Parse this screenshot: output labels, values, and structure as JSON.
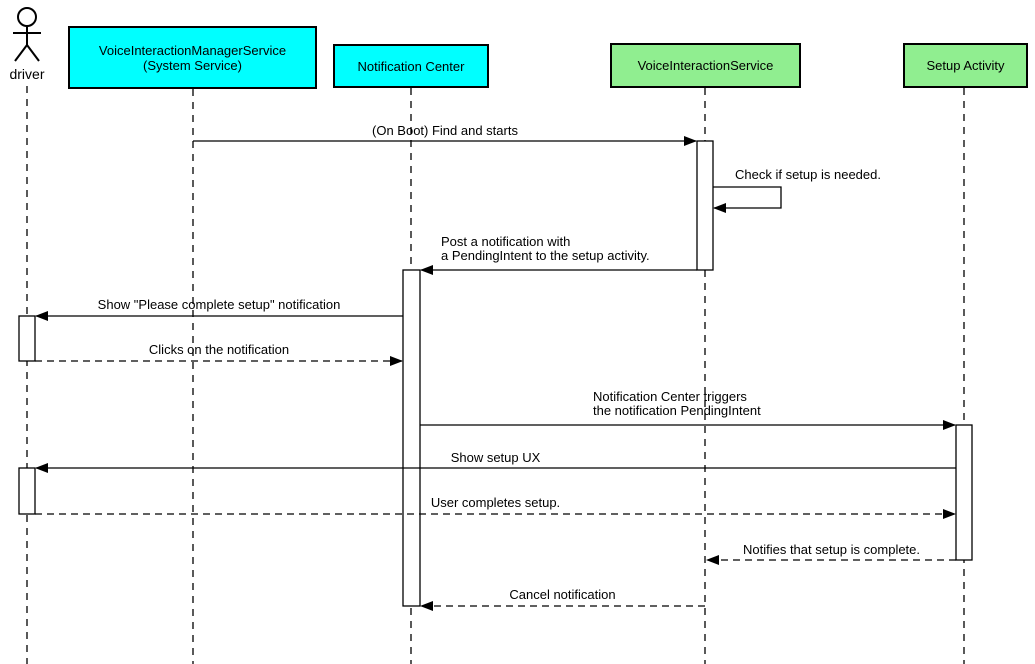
{
  "participants": [
    {
      "id": "driver",
      "kind": "actor",
      "name": "driver"
    },
    {
      "id": "voice-interaction-manager-service",
      "kind": "object",
      "name": "VoiceInteractionManagerService\n(System Service)",
      "color": "#00ffff"
    },
    {
      "id": "notification-center",
      "kind": "object",
      "name": "Notification Center",
      "color": "#00ffff"
    },
    {
      "id": "voice-interaction-service",
      "kind": "object",
      "name": "VoiceInteractionService",
      "color": "#90ee90"
    },
    {
      "id": "setup-activity",
      "kind": "object",
      "name": "Setup Activity",
      "color": "#90ee90"
    }
  ],
  "messages": [
    {
      "label": "(On Boot) Find and starts",
      "from": "voice-interaction-manager-service",
      "to": "voice-interaction-service",
      "style": "solid"
    },
    {
      "label": "Check if setup is needed.",
      "from": "voice-interaction-service",
      "to": "voice-interaction-service",
      "style": "solid-self"
    },
    {
      "label": "Post a notification with\na PendingIntent to the setup activity.",
      "from": "voice-interaction-service",
      "to": "notification-center",
      "style": "solid"
    },
    {
      "label": "Show \"Please complete setup\" notification",
      "from": "notification-center",
      "to": "driver",
      "style": "solid"
    },
    {
      "label": "Clicks on the notification",
      "from": "driver",
      "to": "notification-center",
      "style": "dashed"
    },
    {
      "label": "Notification Center triggers\nthe notification PendingIntent",
      "from": "notification-center",
      "to": "setup-activity",
      "style": "solid"
    },
    {
      "label": "Show setup UX",
      "from": "setup-activity",
      "to": "driver",
      "style": "solid"
    },
    {
      "label": "User completes setup.",
      "from": "driver",
      "to": "setup-activity",
      "style": "dashed"
    },
    {
      "label": "Notifies that setup is complete.",
      "from": "setup-activity",
      "to": "voice-interaction-service",
      "style": "dashed"
    },
    {
      "label": "Cancel notification",
      "from": "voice-interaction-service",
      "to": "notification-center",
      "style": "dashed"
    }
  ],
  "colors": {
    "participant_cyan": "#00ffff",
    "participant_green": "#90ee90",
    "stroke": "#000000",
    "background": "#ffffff"
  }
}
